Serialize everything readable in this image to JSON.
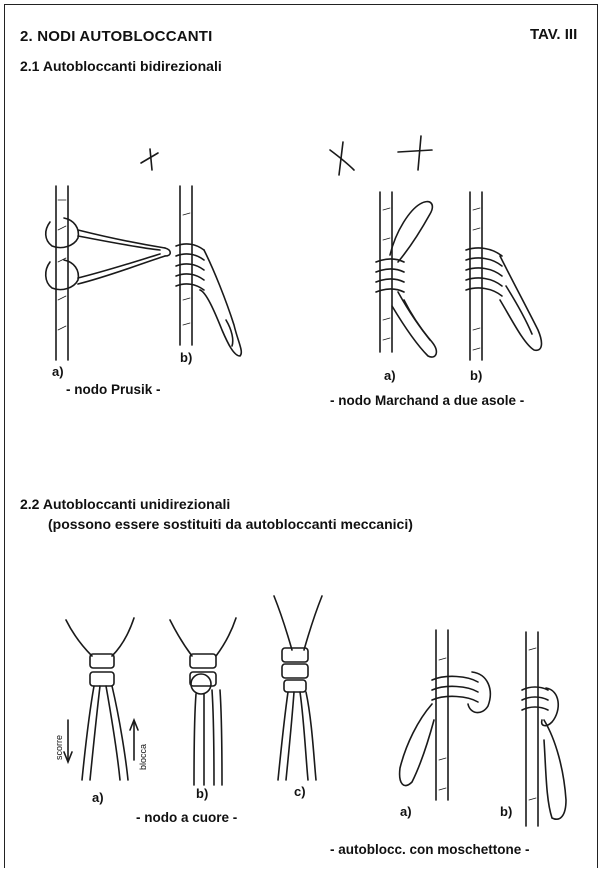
{
  "header": {
    "title": "2. NODI AUTOBLOCCANTI",
    "plate": "TAV. III"
  },
  "section_1": {
    "heading": "2.1  Autobloccanti bidirezionali",
    "prusik": {
      "label_a": "a)",
      "label_b": "b)",
      "caption": "- nodo Prusik -"
    },
    "marchand": {
      "label_a": "a)",
      "label_b": "b)",
      "caption": "- nodo Marchand a due asole -"
    }
  },
  "section_2": {
    "heading_line1": "2.2  Autobloccanti unidirezionali",
    "heading_line2": "(possono essere sostituiti da autobloccanti meccanici)",
    "cuore": {
      "side_left": "scorre",
      "side_right": "blocca",
      "label_a": "a)",
      "label_b": "b)",
      "label_c": "c)",
      "caption": "- nodo a cuore -"
    },
    "moschettone": {
      "label_a": "a)",
      "label_b": "b)",
      "caption": "- autoblocc. con moschettone -"
    }
  }
}
